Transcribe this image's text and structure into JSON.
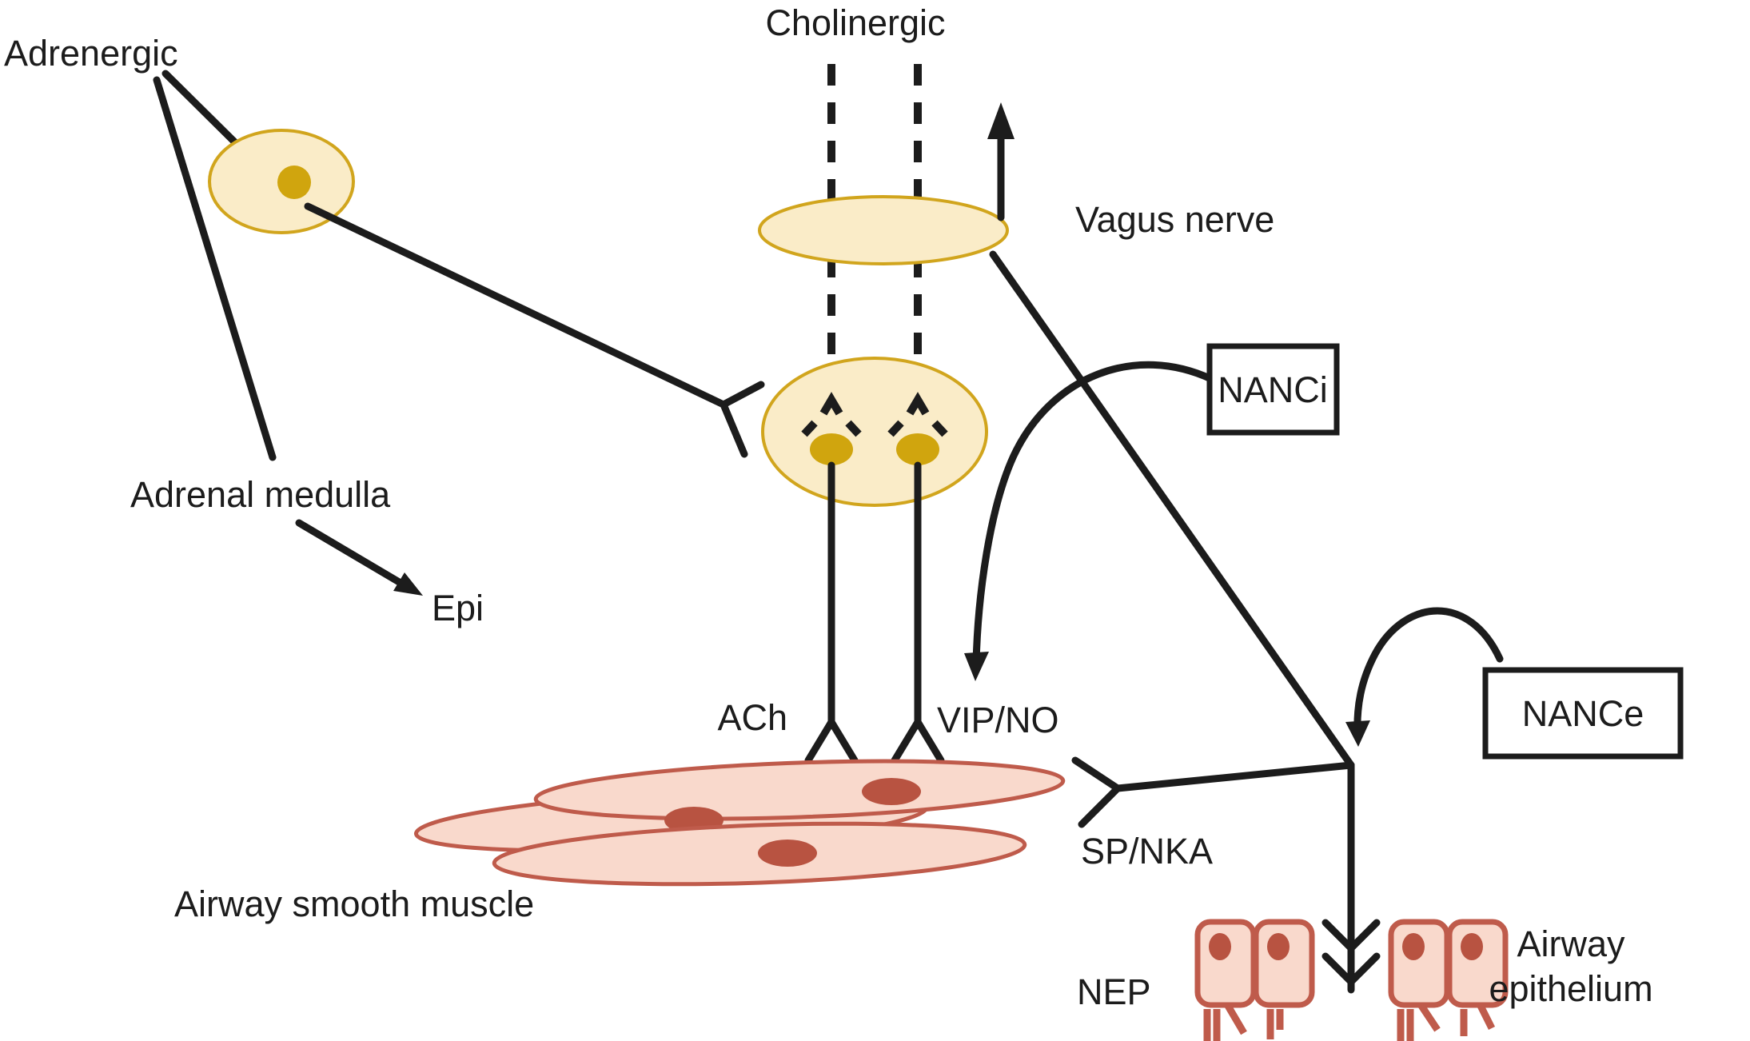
{
  "labels": {
    "adrenergic": "Adrenergic",
    "cholinergic": "Cholinergic",
    "vagus_nerve": "Vagus nerve",
    "nanci": "NANCi",
    "nance": "NANCe",
    "adrenal_medulla": "Adrenal medulla",
    "epi": "Epi",
    "ach": "ACh",
    "vip_no": "VIP/NO",
    "sp_nka": "SP/NKA",
    "airway_smooth_muscle": "Airway smooth muscle",
    "nep": "NEP",
    "airway_epithelium_line1": "Airway",
    "airway_epithelium_line2": "epithelium"
  },
  "palette": {
    "line": "#1c1c1c",
    "neuron_fill": "#FAECC8",
    "neuron_stroke": "#D1A51D",
    "neuron_nucleus": "#D0A50E",
    "muscle_fill": "#F9D9CC",
    "muscle_stroke": "#BF5B4B",
    "muscle_nucleus": "#B85341",
    "background": "#ffffff"
  }
}
